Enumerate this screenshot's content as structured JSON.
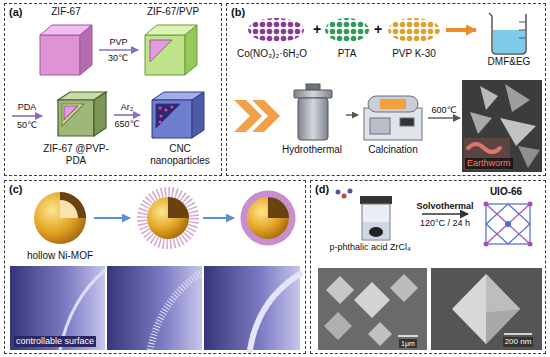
{
  "diagram": {
    "nodes": [
      {
        "text": [
          "(a)"
        ]
      },
      {
        "text": [
          "ZIF-67"
        ],
        "in": 0
      },
      {
        "text": [
          "ZIF-67/PVP"
        ],
        "in": 0
      },
      {
        "text": [
          "ZIF-67 @PVP-PDA"
        ],
        "in": 0
      },
      {
        "text": [
          "CNC nanoparticles"
        ],
        "in": 0
      },
      {
        "text": [
          "(b)"
        ]
      },
      {
        "text": [
          "Co(NO₃)₂·6H₂O"
        ],
        "in": 5
      },
      {
        "text": [
          "PTA"
        ],
        "in": 5
      },
      {
        "text": [
          "PVP K-30"
        ],
        "in": 5
      },
      {
        "text": [
          "DMF&EG"
        ],
        "in": 5
      },
      {
        "text": [
          "Hydrothermal"
        ],
        "in": 5
      },
      {
        "text": [
          "Calcination"
        ],
        "in": 5
      },
      {
        "text": [
          "Earthworm"
        ],
        "in": 5
      },
      {
        "text": [
          "(c)"
        ]
      },
      {
        "text": [
          "(d)"
        ]
      },
      {
        "text": [
          "p-phthalic acid ZrCl₄"
        ],
        "in": 14
      },
      {
        "text": [
          "UIO-66"
        ],
        "in": 14
      }
    ],
    "edges": [
      {
        "from": 1,
        "to": 2,
        "arrow": "to",
        "label": "PVP"
      },
      {
        "from": 3,
        "to": 4,
        "arrow": "to",
        "label": "Ar₂"
      },
      {
        "from": 8,
        "to": 9,
        "arrow": "to"
      },
      {
        "from": 10,
        "to": 11,
        "arrow": "to"
      },
      {
        "from": 11,
        "to": 12,
        "arrow": "to",
        "label": "600℃"
      },
      {
        "from": 15,
        "to": 16,
        "arrow": "to",
        "label": "Solvothermal"
      }
    ],
    "labels": [
      "30℃",
      "PDA",
      "50℃",
      "650℃",
      "+",
      "+",
      "hollow Ni-MOF",
      "controllable surface",
      "120°C / 24 h",
      "1μm",
      "200 nm"
    ]
  }
}
